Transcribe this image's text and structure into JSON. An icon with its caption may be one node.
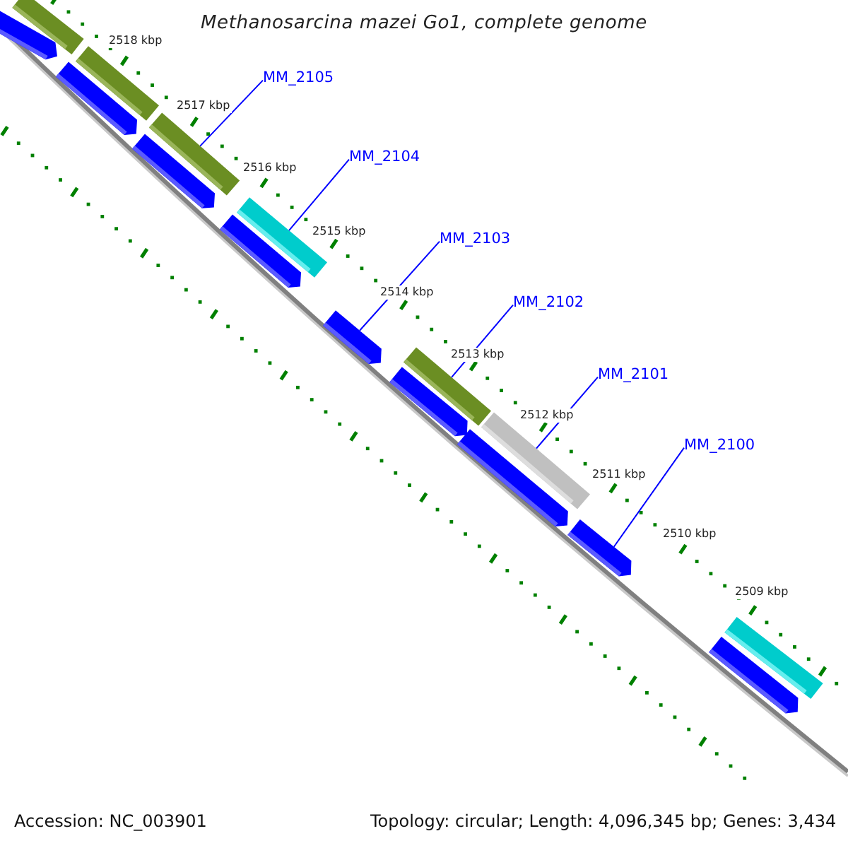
{
  "diagram": {
    "title": "Methanosarcina mazei Go1, complete genome",
    "nodes": [
      {
        "text": [
          "MM_2105"
        ]
      },
      {
        "text": [
          "MM_2104"
        ]
      },
      {
        "text": [
          "MM_2103"
        ]
      },
      {
        "text": [
          "MM_2102"
        ]
      },
      {
        "text": [
          "MM_2101"
        ]
      },
      {
        "text": [
          "MM_2100"
        ]
      },
      {
        "text": [],
        "shape": "bar"
      },
      {
        "text": [],
        "shape": "arrow"
      },
      {
        "text": [],
        "shape": "bar"
      },
      {
        "text": [],
        "shape": "arrow"
      },
      {
        "text": [],
        "shape": "bar"
      },
      {
        "text": [],
        "shape": "arrow"
      },
      {
        "text": [],
        "shape": "bar"
      },
      {
        "text": [],
        "shape": "arrow"
      },
      {
        "text": [],
        "shape": "arrow"
      },
      {
        "text": [],
        "shape": "bar"
      },
      {
        "text": [],
        "shape": "arrow"
      },
      {
        "text": [],
        "shape": "bar"
      },
      {
        "text": [],
        "shape": "arrow"
      },
      {
        "text": [],
        "shape": "arrow"
      },
      {
        "text": [],
        "shape": "bar"
      },
      {
        "text": [],
        "shape": "arrow"
      }
    ],
    "edges": [
      {
        "from": 0,
        "to": 10,
        "arrow": "none"
      },
      {
        "from": 1,
        "to": 12,
        "arrow": "none"
      },
      {
        "from": 2,
        "to": 14,
        "arrow": "none"
      },
      {
        "from": 3,
        "to": 15,
        "arrow": "none"
      },
      {
        "from": 4,
        "to": 17,
        "arrow": "none"
      },
      {
        "from": 5,
        "to": 19,
        "arrow": "none"
      }
    ],
    "labels": [
      "2518 kbp",
      "2517 kbp",
      "2516 kbp",
      "2515 kbp",
      "2514 kbp",
      "2513 kbp",
      "2512 kbp",
      "2511 kbp",
      "2510 kbp",
      "2509 kbp",
      "Accession: NC_003901",
      "Topology: circular; Length: 4,096,345 bp; Genes: 3,434"
    ]
  }
}
